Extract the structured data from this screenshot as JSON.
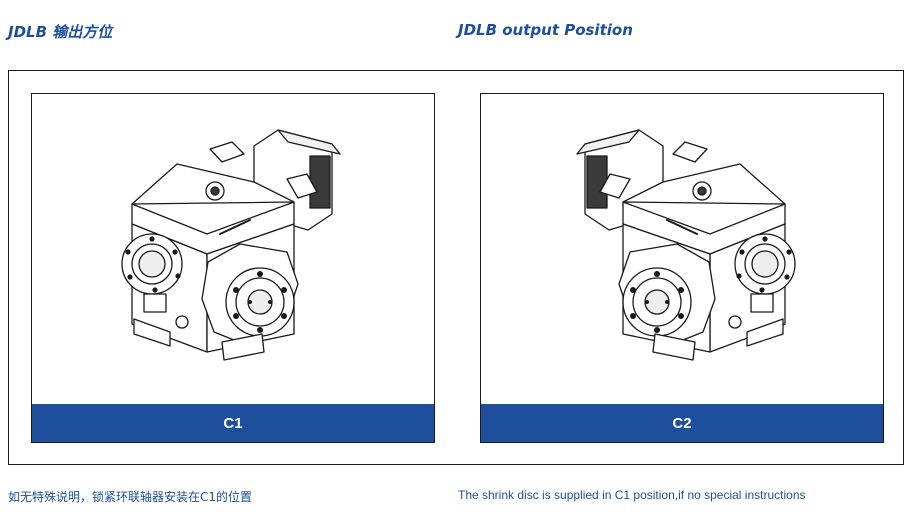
{
  "headings": {
    "cn": "JDLB 输出方位",
    "en": "JDLB output Position"
  },
  "panels": [
    {
      "label": "C1"
    },
    {
      "label": "C2"
    }
  ],
  "notes": {
    "cn": "如无特殊说明，锁紧环联轴器安装在C1的位置",
    "en": "The shrink disc  is supplied in C1 position,if no special instructions"
  },
  "colors": {
    "brand_blue": "#1e4f9c",
    "frame": "#1a1a1a"
  }
}
